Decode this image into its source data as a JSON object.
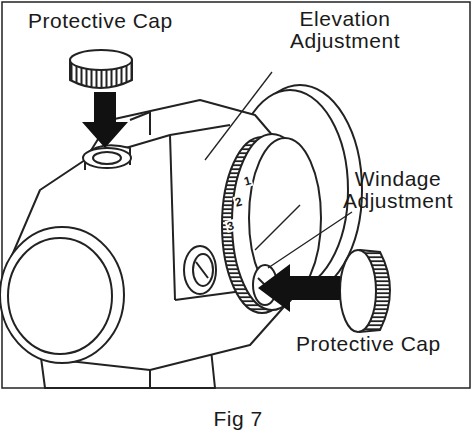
{
  "diagram": {
    "caption": "Fig 7",
    "labels": [
      "Protective Cap",
      "Elevation Adjustment",
      "Windage Adjustment",
      "1",
      "2",
      "3",
      "Protective Cap"
    ]
  }
}
